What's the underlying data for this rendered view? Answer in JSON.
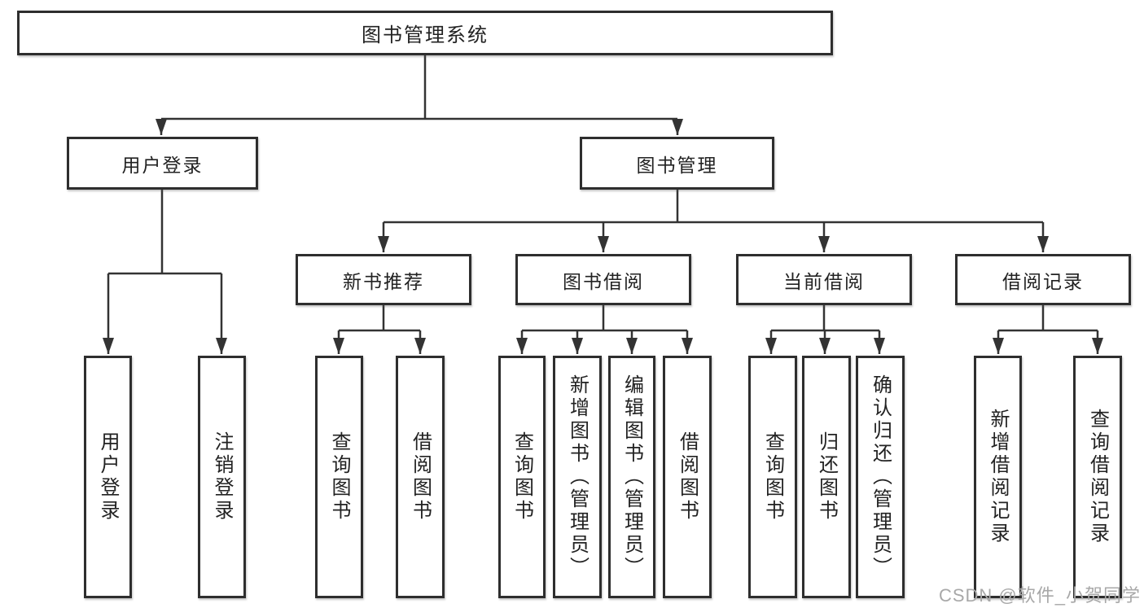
{
  "nodes": {
    "root": "图书管理系统",
    "user_login": "用户登录",
    "book_mgmt": "图书管理",
    "new_book_rec": "新书推荐",
    "book_borrow": "图书借阅",
    "current_borrow": "当前借阅",
    "borrow_records": "借阅记录",
    "leaf_user_login": "用户登录",
    "leaf_logout": "注销登录",
    "leaf_query_book_1": "查询图书",
    "leaf_borrow_book_1": "借阅图书",
    "leaf_query_book_2": "查询图书",
    "leaf_add_book": "新增图书（管理员）",
    "leaf_edit_book": "编辑图书（管理员）",
    "leaf_borrow_book_2": "借阅图书",
    "leaf_query_book_3": "查询图书",
    "leaf_return_book": "归还图书",
    "leaf_confirm_return": "确认归还（管理员）",
    "leaf_add_record": "新增借阅记录",
    "leaf_query_record": "查询借阅记录"
  },
  "watermark": "CSDN @软件_小贺同学",
  "colors": {
    "line": "#333333",
    "border": "#2e2e2e",
    "text": "#222222",
    "watermark": "#a8a8a8",
    "background": "#ffffff"
  }
}
